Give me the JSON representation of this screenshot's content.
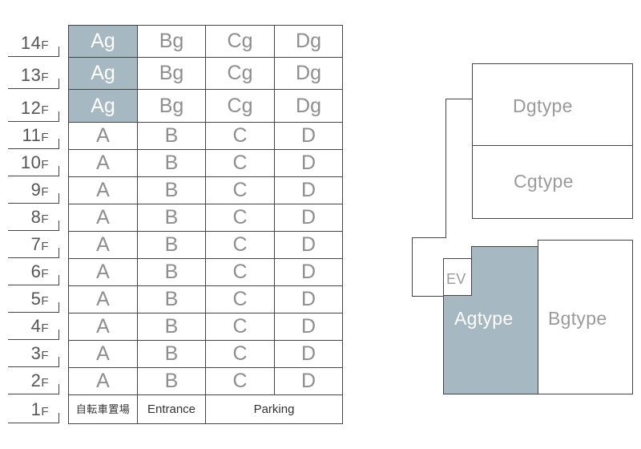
{
  "floors": [
    {
      "num": "14",
      "unit": "F"
    },
    {
      "num": "13",
      "unit": "F"
    },
    {
      "num": "12",
      "unit": "F"
    },
    {
      "num": "11",
      "unit": "F"
    },
    {
      "num": "10",
      "unit": "F"
    },
    {
      "num": "9",
      "unit": "F"
    },
    {
      "num": "8",
      "unit": "F"
    },
    {
      "num": "7",
      "unit": "F"
    },
    {
      "num": "6",
      "unit": "F"
    },
    {
      "num": "5",
      "unit": "F"
    },
    {
      "num": "4",
      "unit": "F"
    },
    {
      "num": "3",
      "unit": "F"
    },
    {
      "num": "2",
      "unit": "F"
    },
    {
      "num": "1",
      "unit": "F"
    }
  ],
  "upper_units": [
    "Ag",
    "Bg",
    "Cg",
    "Dg"
  ],
  "standard_units": [
    "A",
    "B",
    "C",
    "D"
  ],
  "ground": {
    "bicycle": "自転車置場",
    "entrance": "Entrance",
    "parking": "Parking"
  },
  "plan": {
    "d": "Dgtype",
    "c": "Cgtype",
    "a": "Agtype",
    "b": "Bgtype",
    "ev": "EV"
  },
  "colors": {
    "highlight": "#a6b8c1",
    "line": "#444444",
    "text_gray": "#8e8e8e"
  }
}
